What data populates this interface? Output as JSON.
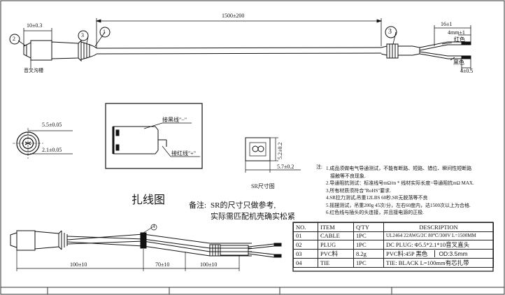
{
  "top_view": {
    "dim_overall": "1500±200",
    "dim_tip": "10±0.3",
    "dim_right_16": "16±1",
    "dim_right_4mm": "4mm±1",
    "dim_right_4": "4±0.5",
    "label_red": "红色",
    "label_black": "黑色",
    "label_groove": "音叉沟槽",
    "balloons": [
      "1",
      "2",
      "3",
      "3"
    ]
  },
  "plug_end_view": {
    "dim_outer": "5.5±0.05",
    "dim_inner": "2.1±0.05"
  },
  "plug_section": {
    "label_black_wire": "接黑线\"−\"",
    "label_red_wire": "接红线\"+\""
  },
  "sr_view": {
    "dim_height": "5.2±0.2",
    "dim_width": "5.7±0.2",
    "caption": "SR尺寸图"
  },
  "notes": {
    "prefix": "注:",
    "lines": [
      "1.成品须做电气导通测试，不能有断路、短路、错位、瞬间性短断路",
      "接触等不良现象.",
      "2.导通阻抗测试：标准线号mΩ/m * 线材实际长度=导通阻抗mΩ MAX.",
      "3.所有材质须符合\"RoHS\"要求.",
      "4.SR拉力测试,吊重12LBS 60秒,SR无脱落等不良",
      "5.摇摆测试，吊重200g 45次/分，左右60度内，达1500次以上为合格.",
      "6.红色线与插头的头连接，并且接电源的正极."
    ]
  },
  "tie_section": {
    "title": "扎线图",
    "remark_prefix": "备注:",
    "remark_line1": "SR的尺寸只做参考,",
    "remark_line2": "实际需匹配机壳确实松紧",
    "balloon": "4",
    "dim_a": "100±10",
    "dim_b": "70±10",
    "dim_c": "100±10"
  },
  "bom": {
    "headers": [
      "NO.",
      "ITEM",
      "Q'TY",
      "DESCRIPTION"
    ],
    "rows": [
      {
        "no": "01",
        "item": "CABLE",
        "qty": "1PC",
        "desc": "UL2464 22AWG/2C 80℃/300V L=1500MM"
      },
      {
        "no": "02",
        "item": "PLUG",
        "qty": "1PC",
        "desc": "DC PLUG: Φ5.5*2.1*10音叉直头"
      },
      {
        "no": "03",
        "item": "PVC料",
        "qty": "8.2g",
        "desc": "PVC料:45P  黑色",
        "extra": "OD:3.5mm"
      },
      {
        "no": "04",
        "item": "TIE",
        "qty": "1PC",
        "desc": "TIE: BLACK L=100mm有芯扎带"
      }
    ]
  }
}
